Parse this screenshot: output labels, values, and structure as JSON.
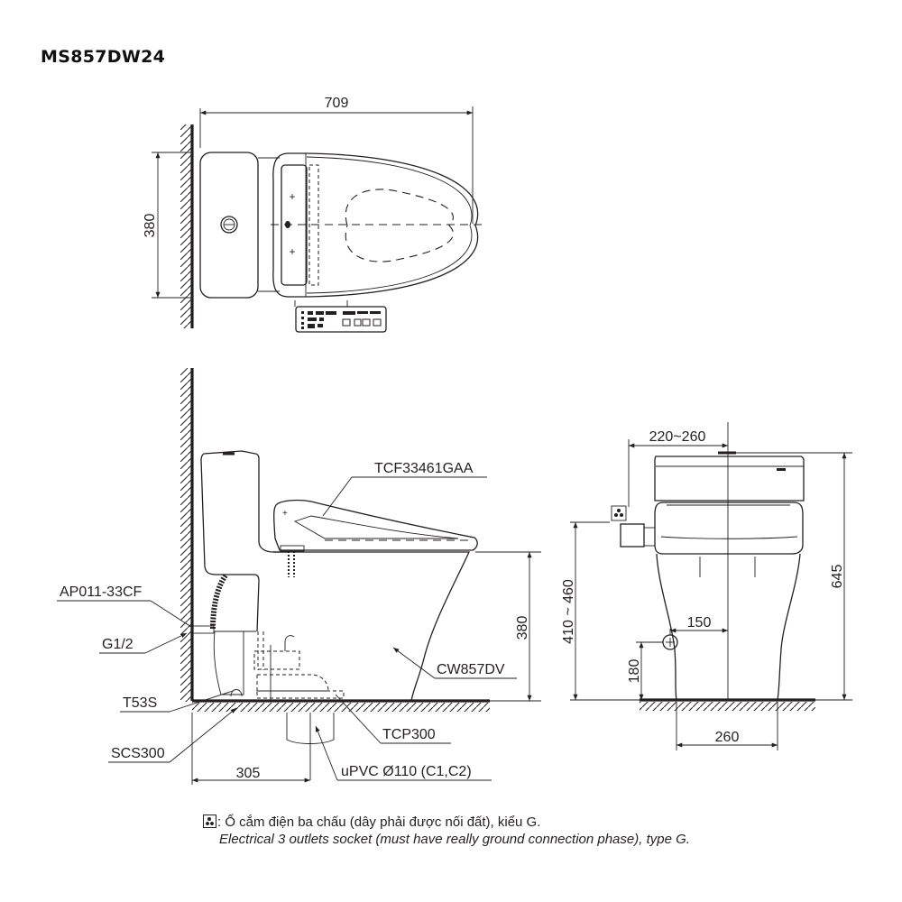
{
  "title": "MS857DW24",
  "top_view": {
    "width_dim": "709",
    "depth_dim": "380"
  },
  "side_view": {
    "labels": {
      "seat": "TCF33461GAA",
      "hose": "AP011-33CF",
      "valve": "G1/2",
      "bolt": "T53S",
      "sealant": "SCS300",
      "bowl": "CW857DV",
      "flange": "TCP300",
      "pipe": "uPVC Ø110 (C1,C2)"
    },
    "dims": {
      "seat_height": "380",
      "rough_in": "305"
    }
  },
  "front_view": {
    "dims": {
      "socket_offset": "220~260",
      "total_height": "645",
      "socket_height": "410 ~ 460",
      "valve_offset": "150",
      "valve_height": "180",
      "base_width": "260"
    }
  },
  "note": {
    "icon": "socket-icon",
    "vi": ": Ổ cắm điện ba chấu (dây phải được nối đất), kiểu G.",
    "en": "Electrical 3 outlets socket (must have really ground connection phase), type G."
  }
}
